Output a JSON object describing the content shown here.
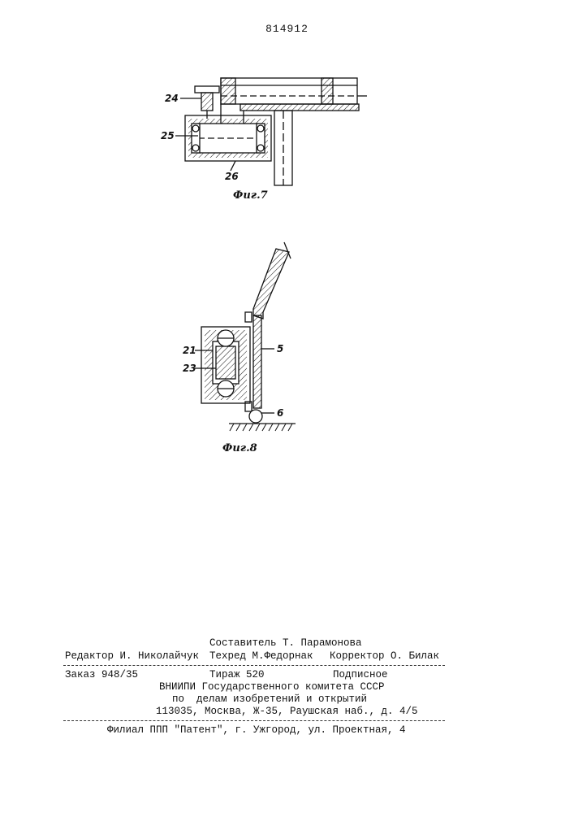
{
  "patent_number": "814912",
  "fig7": {
    "caption": "Фиг.7",
    "labels": {
      "l24": "24",
      "l25": "25",
      "l26": "26"
    }
  },
  "fig8": {
    "caption": "Фиг.8",
    "labels": {
      "l21": "21",
      "l23": "23",
      "l5": "5",
      "l6": "6"
    }
  },
  "footer": {
    "compiler": "Составитель Т. Парамонова",
    "editor": "Редактор И. Николайчук",
    "techred": "Техред М.Федорнак",
    "corrector": "Корректор О. Билак",
    "order": "Заказ 948/35",
    "tirazh": "Тираж 520",
    "podpisnoe": "Подписное",
    "org1": "ВНИИПИ Государственного комитета СССР",
    "org2": "по  делам изобретений и открытий",
    "address": "113035, Москва, Ж-35, Раушская наб., д. 4/5",
    "branch": "Филиал ППП \"Патент\", г. Ужгород, ул. Проектная, 4"
  }
}
